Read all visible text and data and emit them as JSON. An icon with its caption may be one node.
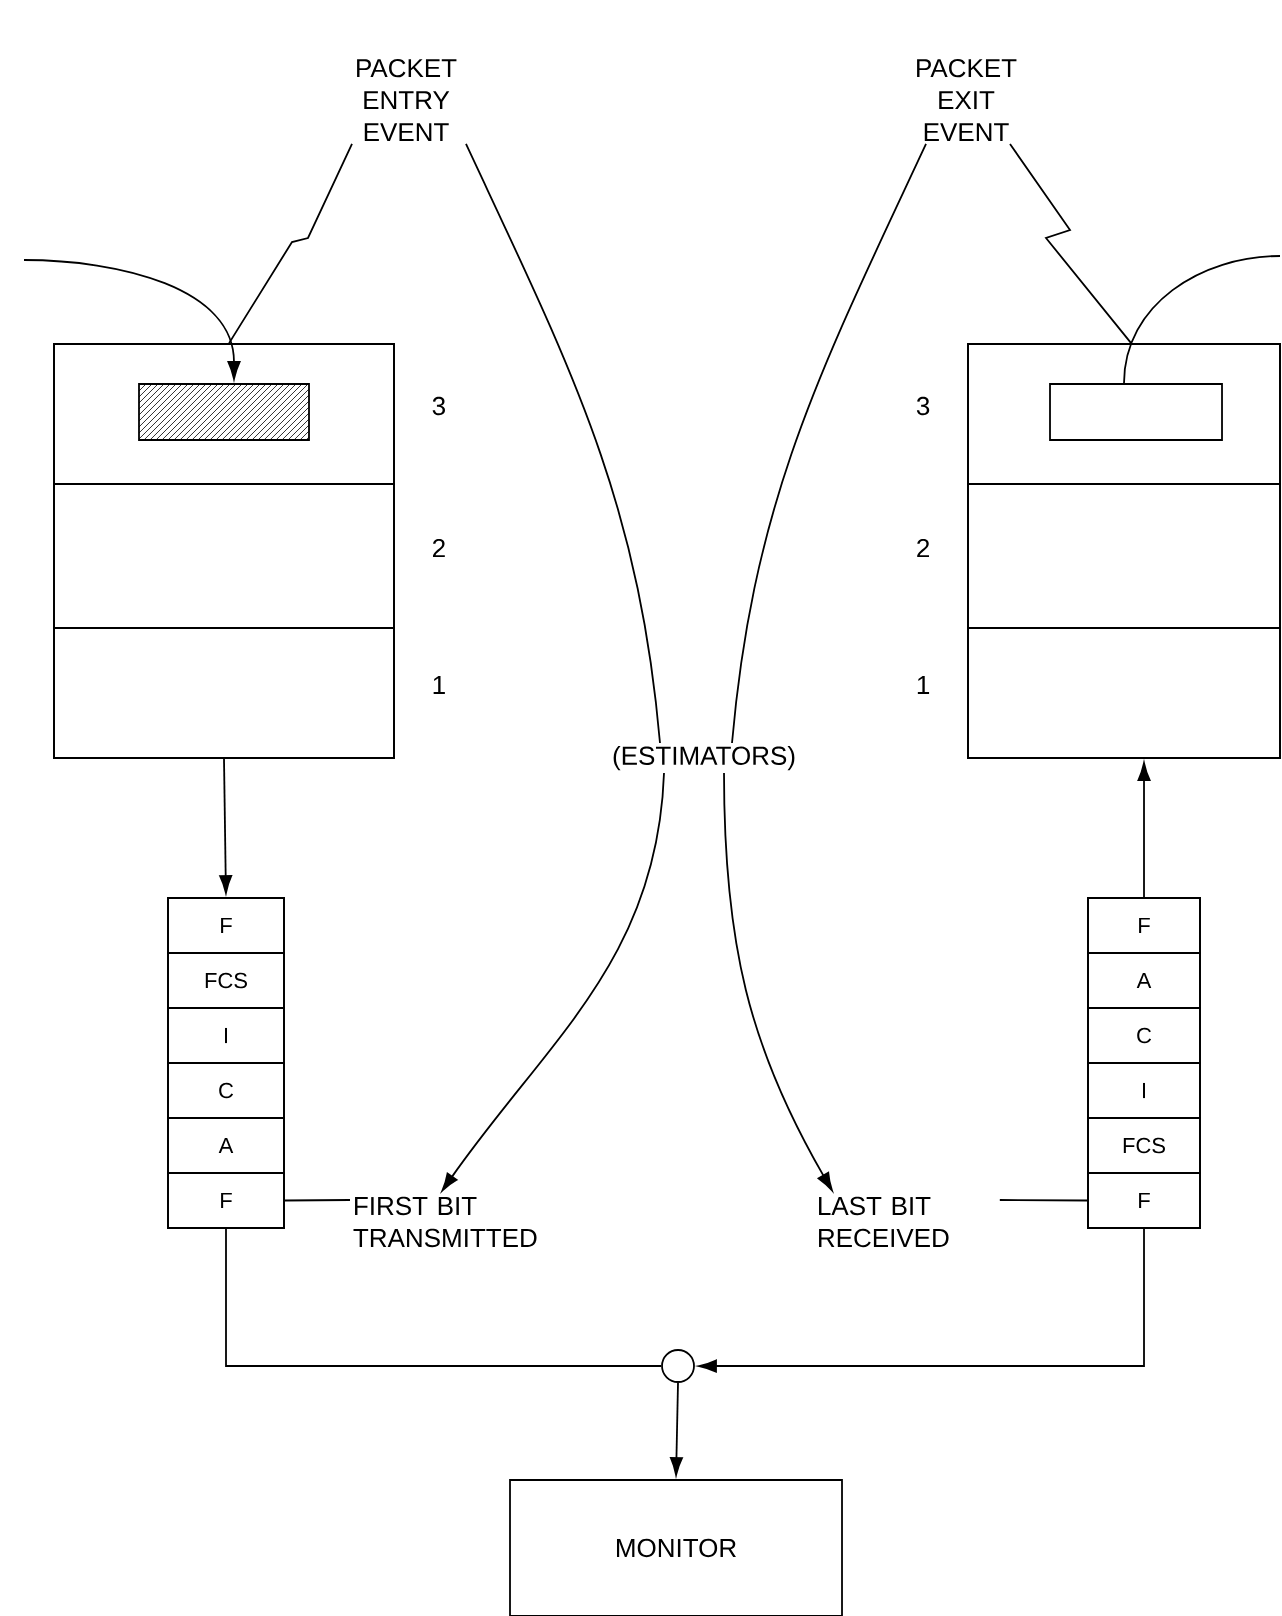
{
  "diagram": {
    "nodes": [
      {
        "text": [
          "PACKET ENTRY EVENT"
        ]
      },
      {
        "text": [
          "PACKET EXIT EVENT"
        ]
      },
      {
        "text": [],
        "shape": "box"
      },
      {
        "text": [],
        "shape": "box",
        "in": 2,
        "beside": [
          "3"
        ]
      },
      {
        "text": [],
        "shape": "box",
        "in": 2,
        "beside": [
          "2"
        ]
      },
      {
        "text": [],
        "shape": "box",
        "in": 2,
        "beside": [
          "1"
        ]
      },
      {
        "text": [],
        "shape": "bar",
        "in": 3
      },
      {
        "text": [],
        "shape": "box"
      },
      {
        "text": [],
        "shape": "box",
        "in": 7,
        "beside": [
          "3"
        ]
      },
      {
        "text": [],
        "shape": "box",
        "in": 7,
        "beside": [
          "2"
        ]
      },
      {
        "text": [],
        "shape": "box",
        "in": 7,
        "beside": [
          "1"
        ]
      },
      {
        "text": [],
        "shape": "bar",
        "in": 8
      },
      {
        "text": [
          "(ESTIMATORS)"
        ]
      },
      {
        "text": [],
        "shape": "box"
      },
      {
        "text": [
          "F"
        ],
        "in": 13
      },
      {
        "text": [
          "FCS"
        ],
        "in": 13
      },
      {
        "text": [
          "I"
        ],
        "in": 13
      },
      {
        "text": [
          "C"
        ],
        "in": 13
      },
      {
        "text": [
          "A"
        ],
        "in": 13
      },
      {
        "text": [
          "F"
        ],
        "in": 13
      },
      {
        "text": [],
        "shape": "box"
      },
      {
        "text": [
          "F"
        ],
        "in": 20
      },
      {
        "text": [
          "A"
        ],
        "in": 20
      },
      {
        "text": [
          "C"
        ],
        "in": 20
      },
      {
        "text": [
          "I"
        ],
        "in": 20
      },
      {
        "text": [
          "FCS"
        ],
        "in": 20
      },
      {
        "text": [
          "F"
        ],
        "in": 20
      },
      {
        "text": [
          "FIRST BIT TRANSMITTED"
        ]
      },
      {
        "text": [
          "LAST BIT RECEIVED"
        ]
      },
      {
        "text": [],
        "shape": "circle"
      },
      {
        "text": [
          "MONITOR"
        ]
      }
    ],
    "edges": [
      {
        "from": null,
        "to": 6,
        "arrow": "to"
      },
      {
        "from": 0,
        "to": 2,
        "arrow": "none"
      },
      {
        "from": 11,
        "to": null,
        "arrow": "none"
      },
      {
        "from": 1,
        "to": 7,
        "arrow": "none"
      },
      {
        "from": 0,
        "to": 12,
        "arrow": "none"
      },
      {
        "from": 12,
        "to": 27,
        "arrow": "to"
      },
      {
        "from": 1,
        "to": 12,
        "arrow": "none"
      },
      {
        "from": 12,
        "to": 28,
        "arrow": "to"
      },
      {
        "from": 2,
        "to": 13,
        "arrow": "to"
      },
      {
        "from": 20,
        "to": 7,
        "arrow": "to"
      },
      {
        "from": 27,
        "to": 19,
        "arrow": "none"
      },
      {
        "from": 28,
        "to": 26,
        "arrow": "none"
      },
      {
        "from": 13,
        "to": 29,
        "arrow": "none"
      },
      {
        "from": 20,
        "to": 29,
        "arrow": "to"
      },
      {
        "from": 29,
        "to": 30,
        "arrow": "to"
      }
    ]
  }
}
